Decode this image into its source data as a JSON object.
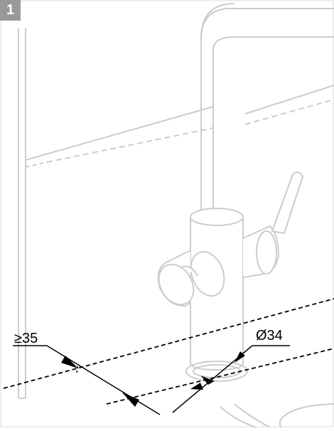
{
  "figure": {
    "step_number": "1",
    "dimensions": {
      "min_distance": "≥35",
      "hole_diameter": "Ø34"
    },
    "colors": {
      "badge_background": "#999999",
      "badge_text": "#ffffff",
      "line_art": "#cccccc",
      "dimension_lines": "#000000"
    }
  }
}
